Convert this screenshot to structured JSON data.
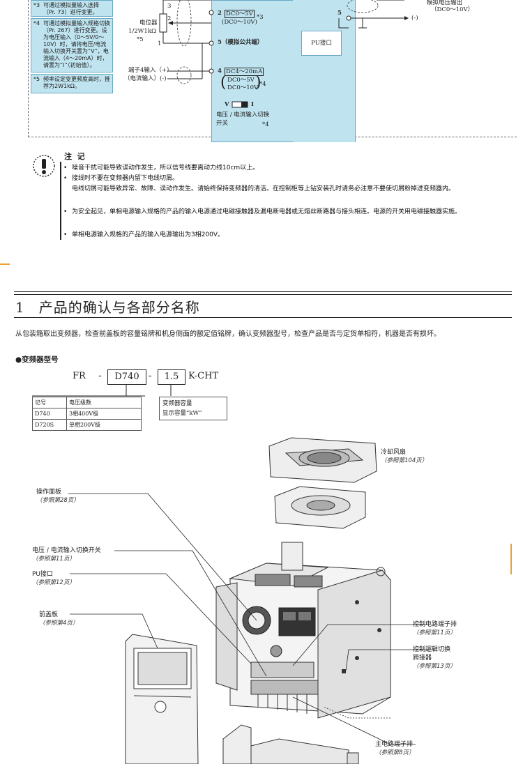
{
  "notes": [
    {
      "mark": "*3",
      "text": "可通过模拟量输入选择（Pr. 73）进行变更。"
    },
    {
      "mark": "*4",
      "text": "可通过模拟量输入规格切换（Pr. 267）进行变更。设为电压输入（0～5V/0～10V）时，请将电压/电流输入切换开关置为“V”，电流输入（4～20mA）时，请置为“I”（初始值）。"
    },
    {
      "mark": "*5",
      "text": "频率设定变更频度高时，推荐为2W1kΩ。"
    }
  ],
  "circuit": {
    "pot_label": "电位器",
    "pot_spec": "1/2W1kΩ",
    "pot_note": "*5",
    "pin3": "3",
    "pin2": "2",
    "pin1": "1",
    "t2_num": "2",
    "t2_range1": "DC0～5V",
    "t2_range2": "(DC0～10V)",
    "t2_note": "*3",
    "t5_label": "5（模拟公共端）",
    "t4_num": "4",
    "t4_range1": "DC4～20mA",
    "t4_range2": "DC0～5V",
    "t4_range3": "DC0～10V",
    "t4_note": "*4",
    "term4_label1": "端子4输入（+）",
    "term4_label2": "（电流输入）(-)",
    "switch_v": "V",
    "switch_i": "I",
    "switch_label1": "电压 / 电流输入切换",
    "switch_label2": "开关",
    "switch_note": "*4",
    "pu_label": "PU接口",
    "out_num": "5",
    "out_minus": "(-)",
    "out_label1": "模拟电压输出",
    "out_label2": "（DC0～10V）"
  },
  "warning": {
    "title": "注  记",
    "items": [
      "噪音干扰可能导致误动作发生，所以信号线要离动力线10cm以上。",
      "接线时不要在变频器内留下电线切屑。",
      "电线切屑可能导致异常、故障、误动作发生。请始终保持变频器的清洁。在控制柜等上钻安装孔时请务必注意不要使切屑粉掉进变频器内。",
      "为安全起见，单相电源输入规格的产品的输入电源通过电磁接触器及漏电断电器或无熔丝断路器与接头相连。电源的开关用电磁接触器实施。",
      "单相电源输入规格的产品的输入电源输出为3相200V。"
    ]
  },
  "section": {
    "number": "1",
    "title": "产品的确认与各部分名称",
    "intro": "从包装箱取出变频器，检查前盖板的容量铭牌和机身侧面的额定值铭牌，确认变频器型号，检查产品是否与定货单相符，机器是否有损坏。",
    "model_heading": "●变频器型号"
  },
  "model_code": {
    "prefix": "FR",
    "dash1": "-",
    "series": "D740",
    "dash2": "-",
    "capacity": "1.5",
    "suffix": "K-CHT",
    "table_headers": [
      "记号",
      "电压级数"
    ],
    "table_rows": [
      [
        "D740",
        "3相400V级"
      ],
      [
        "D720S",
        "单相200V级"
      ]
    ],
    "capacity_label1": "变频器容量",
    "capacity_label2": "显示容量“kW”"
  },
  "parts": [
    {
      "name": "冷却风扇",
      "ref": "（参照第104页）"
    },
    {
      "name": "操作面板",
      "ref": "（参照第28页）"
    },
    {
      "name": "电压 / 电流输入切换开关",
      "ref": "（参照第11页）"
    },
    {
      "name": "PU接口",
      "ref": "（参照第12页）"
    },
    {
      "name": "前盖板",
      "ref": "（参照第4页）"
    },
    {
      "name": "控制电路端子排",
      "ref": "（参照第11页）"
    },
    {
      "name": "控制逻辑切换",
      "name2": "跨接器",
      "ref": "（参照第13页）"
    },
    {
      "name": "主电路端子排",
      "ref": "（参照第8页）"
    }
  ],
  "colors": {
    "blue_fill": "#bfe4f0",
    "accent_orange": "#f0a030"
  }
}
